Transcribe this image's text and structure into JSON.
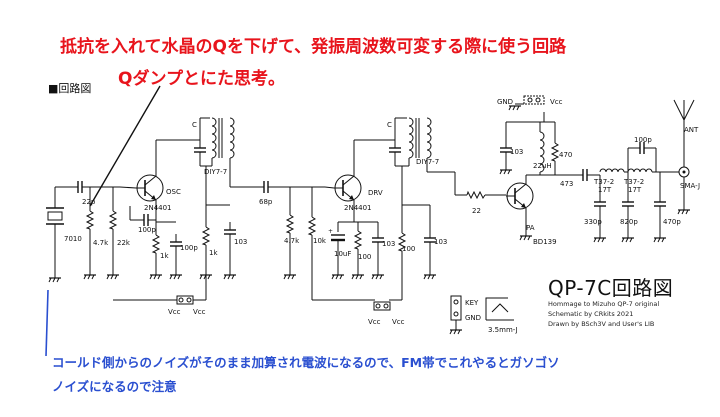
{
  "annotations": {
    "red_line1": "抵抗を入れて水晶のQを下げて、発振周波数可変する際に使う回路",
    "red_line2": "Qダンプとにた思考。",
    "blue_line1": "コールド側からのノイズがそのまま加算され電波になるので、FM帯でこれやるとガソゴソ",
    "blue_line2": "ノイズになるので注意"
  },
  "sheet": {
    "title": "■回路図",
    "big_title": "QP-7C回路図",
    "credit1": "Hommage to Mizuho QP-7 original",
    "credit2": "Schematic by CRkits 2021",
    "credit3": "Drawn by BSch3V and User's LIB"
  },
  "labels": {
    "c22p": "22p",
    "crystal": "7010",
    "r47k_a": "4.7k",
    "r22k": "22k",
    "osc": "OSC",
    "q1": "2N4401",
    "c100p_a": "100p",
    "c100p_b": "100p",
    "r1k_a": "1k",
    "r1k_b": "1k",
    "c_osc": "C",
    "diy_a": "DIY7-7",
    "c103_a": "103",
    "c68p": "68p",
    "r47k_b": "4.7k",
    "r10k": "10k",
    "c10uf": "10uF",
    "drv": "DRV",
    "q2": "2N4401",
    "c103_b": "103",
    "r100_a": "100",
    "r100_b": "100",
    "c_drv": "C",
    "diy_b": "DIY7-7",
    "c103_c": "103",
    "r22": "22",
    "gnd": "GND",
    "vcc_top": "Vcc",
    "c103_d": "103",
    "r470": "470",
    "l22uh": "22uH",
    "c473": "473",
    "pa": "PA",
    "q3": "BD139",
    "t37a": "T37-2",
    "t17a": "17T",
    "t37b": "T37-2",
    "t17b": "17T",
    "c100p_c": "100p",
    "c330p": "330p",
    "c820p": "820p",
    "c470p": "470p",
    "ant": "ANT",
    "sma": "SMA-J",
    "vcc1": "Vcc",
    "vcc2": "Vcc",
    "vcc3": "Vcc",
    "vcc4": "Vcc",
    "key": "KEY",
    "key_gnd": "GND",
    "jack": "3.5mm-J"
  },
  "colors": {
    "red_note": "#e8141c",
    "blue_note": "#2a4fd0",
    "wire": "#111111"
  }
}
